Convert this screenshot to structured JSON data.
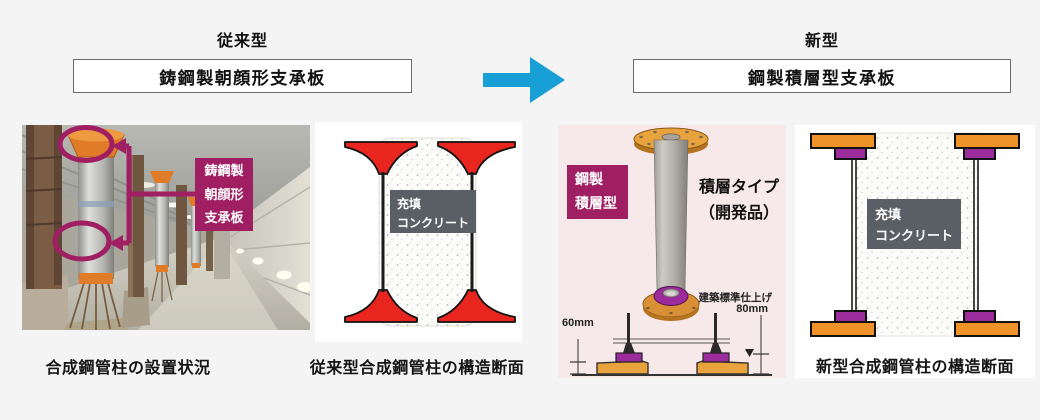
{
  "header": {
    "conventional": {
      "title": "従来型",
      "box_label": "鋳鋼製朝顔形支承板"
    },
    "new_type": {
      "title": "新型",
      "box_label": "鋼製積層型支承板"
    }
  },
  "photo": {
    "annotation_lines": [
      "鋳鋼製",
      "朝顔形",
      "支承板"
    ],
    "caption": "合成鋼管柱の設置状況"
  },
  "conventional_section": {
    "fill_lines": [
      "充填",
      "コンクリート"
    ],
    "caption": "従来型合成鋼管柱の構造断面"
  },
  "laminated_render": {
    "label_lines": [
      "鋼製",
      "積層型"
    ],
    "dev_lines": [
      "積層タイプ",
      "（開発品）"
    ],
    "dim_left": "60mm",
    "dim_right_title": "建築標準仕上げ",
    "dim_right_value": "80mm"
  },
  "new_section": {
    "fill_lines": [
      "充填",
      "コンクリート"
    ],
    "caption": "新型合成鋼管柱の構造断面"
  },
  "colors": {
    "arrow_blue": "#189fd6",
    "annotation_magenta": "#a01e62",
    "bearing_red": "#e8251f",
    "plate_orange": "#ef9227",
    "laminate_purple": "#9c2c9c",
    "label_gray": "#5a5f66",
    "render_panel_pink": "#f7e8e9",
    "page_background": "#f4f4f4"
  }
}
